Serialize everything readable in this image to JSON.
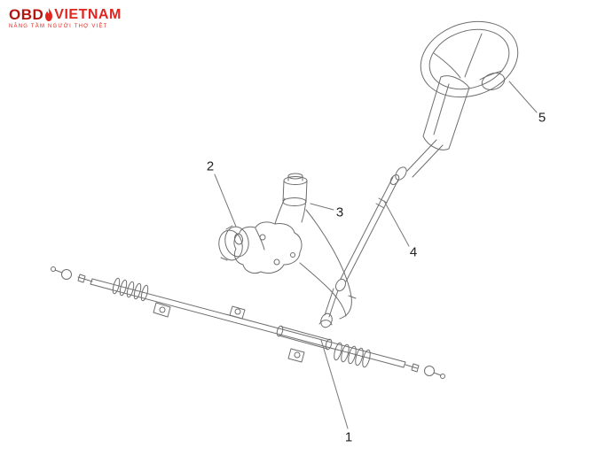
{
  "logo": {
    "obd": "OBD",
    "vietnam": "VIETNAM",
    "tagline": "NÂNG TẦM NGƯỜI THỢ VIỆT",
    "brand_color": "#e2261f"
  },
  "diagram": {
    "description": "Power steering system exploded parts diagram",
    "line_color": "#6e6e6e"
  },
  "callouts": [
    {
      "label": "1"
    },
    {
      "label": "2"
    },
    {
      "label": "3"
    },
    {
      "label": "4"
    },
    {
      "label": "5"
    }
  ]
}
